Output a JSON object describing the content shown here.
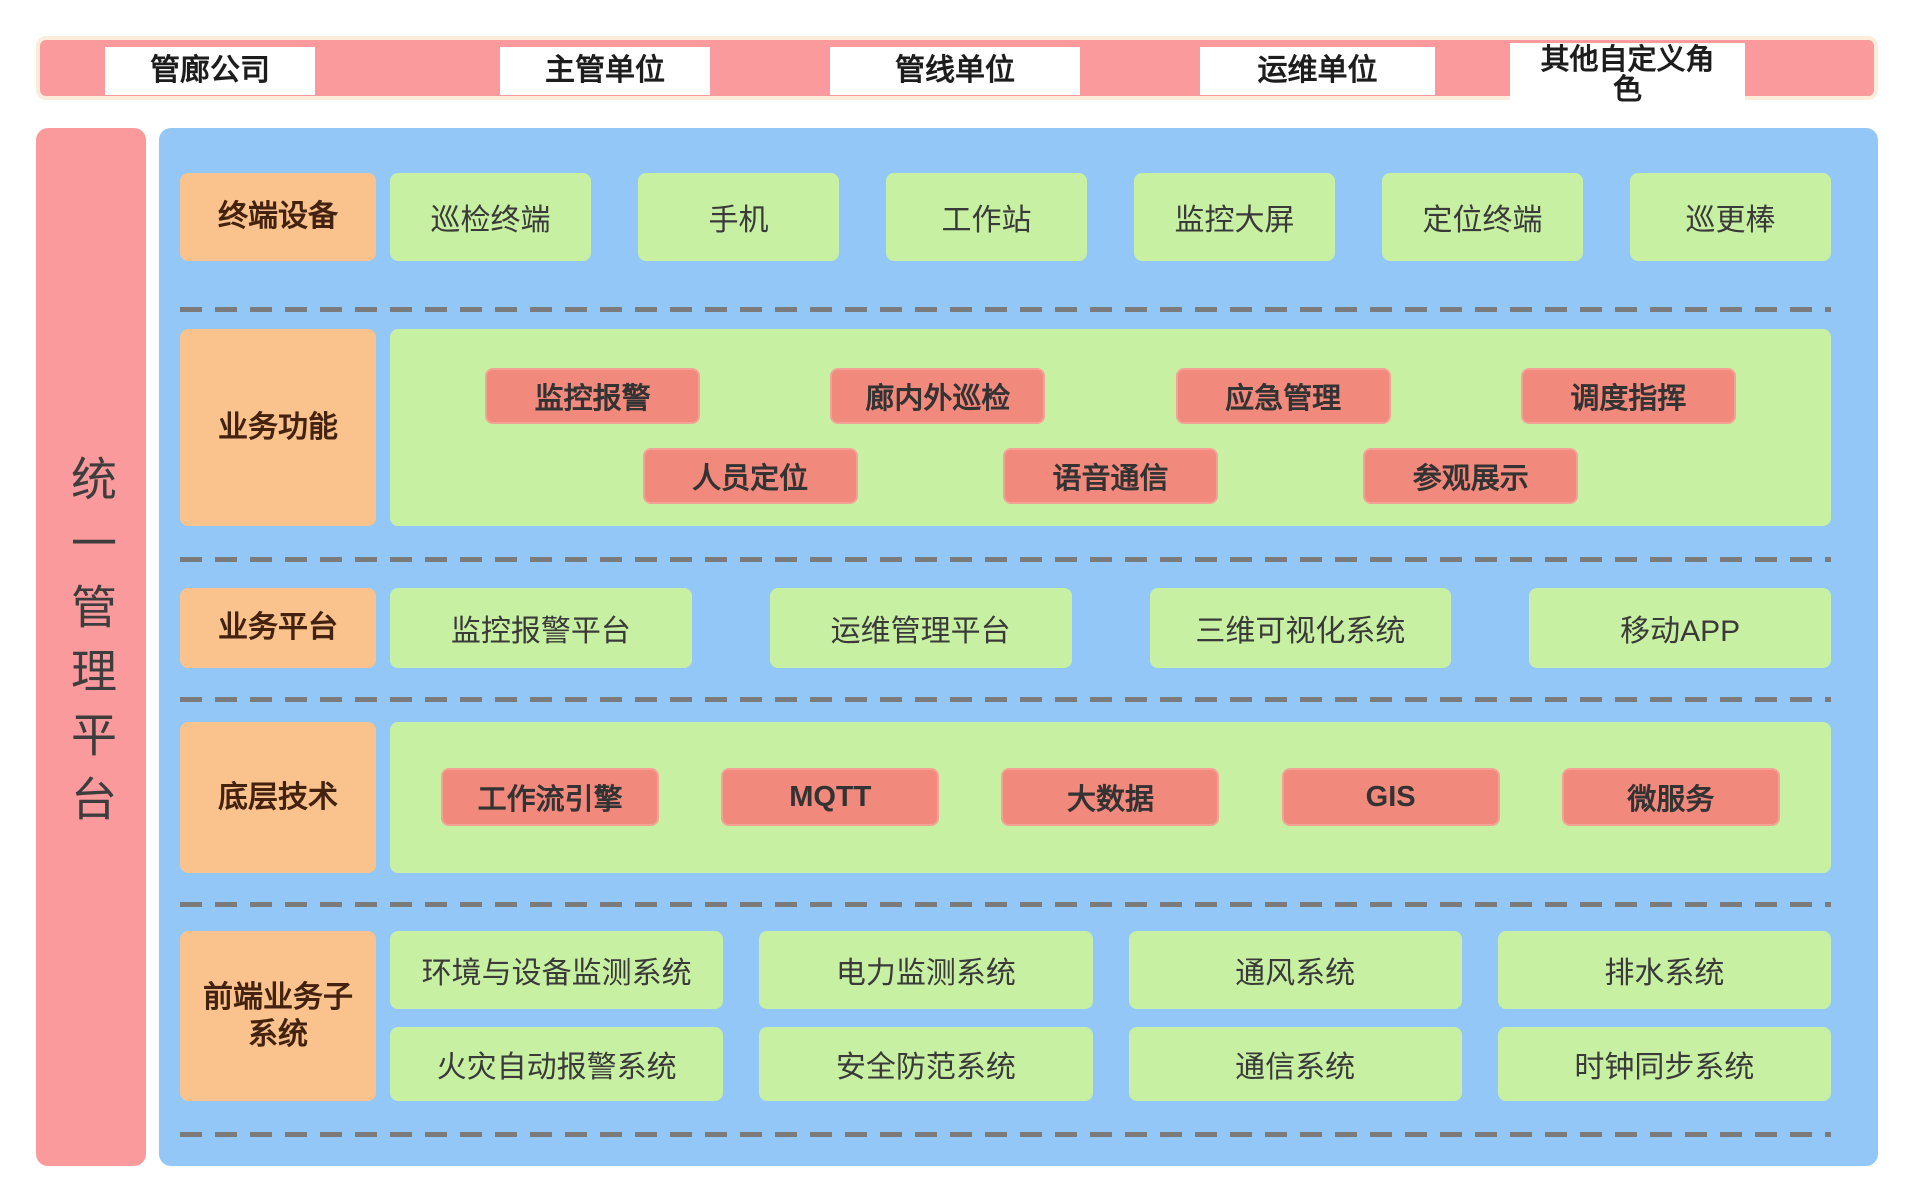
{
  "banner": {
    "items": [
      "管廊公司",
      "主管单位",
      "管线单位",
      "运维单位",
      "其他自定义角\n色"
    ]
  },
  "sidebar": {
    "title": "统一管理平台"
  },
  "rows": {
    "terminal": {
      "label": "终端设备",
      "items": [
        "巡检终端",
        "手机",
        "工作站",
        "监控大屏",
        "定位终端",
        "巡更棒"
      ]
    },
    "functions": {
      "label": "业务功能",
      "row_a": [
        "监控报警",
        "廊内外巡检",
        "应急管理",
        "调度指挥"
      ],
      "row_b": [
        "人员定位",
        "语音通信",
        "参观展示"
      ]
    },
    "platforms": {
      "label": "业务平台",
      "items": [
        "监控报警平台",
        "运维管理平台",
        "三维可视化系统",
        "移动APP"
      ]
    },
    "tech": {
      "label": "底层技术",
      "items": [
        "工作流引擎",
        "MQTT",
        "大数据",
        "GIS",
        "微服务"
      ]
    },
    "subsystems": {
      "label": "前端业务子\n系统",
      "items": [
        "环境与设备监测系统",
        "电力监测系统",
        "通风系统",
        "排水系统",
        "火灾自动报警系统",
        "安全防范系统",
        "通信系统",
        "时钟同步系统"
      ]
    }
  },
  "colors": {
    "pink": "#FA9A9D",
    "pink_border": "#FCEDDA",
    "blue_panel": "#92C7F7",
    "orange_label": "#FAC28D",
    "green_box": "#C8F0A2",
    "salmon_chip": "#F1897C",
    "dashed_line": "#7B7B7B"
  }
}
